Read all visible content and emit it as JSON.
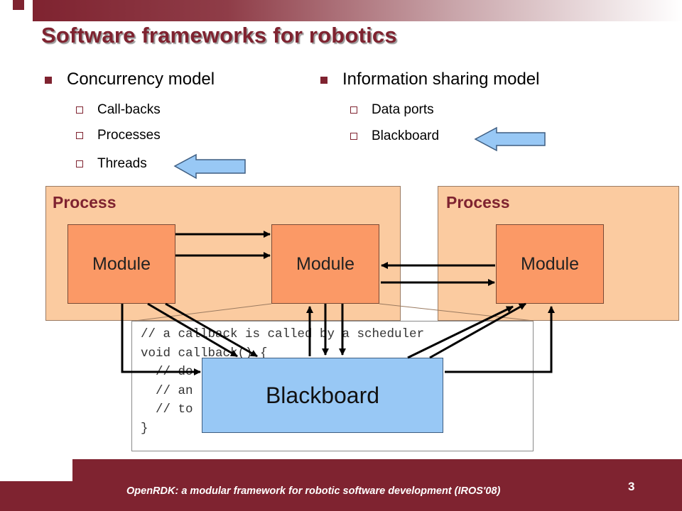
{
  "slide": {
    "title": "Software frameworks for robotics",
    "page_number": "3",
    "footer": "OpenRDK: a modular framework for robotic software development (IROS'08)"
  },
  "left_column": {
    "heading": "Concurrency model",
    "items": [
      "Call-backs",
      "Processes",
      "Threads"
    ]
  },
  "right_column": {
    "heading": "Information sharing model",
    "items": [
      "Data ports",
      "Blackboard"
    ]
  },
  "diagram": {
    "process_left_label": "Process",
    "process_right_label": "Process",
    "modules": [
      "Module",
      "Module",
      "Module"
    ],
    "blackboard_label": "Blackboard",
    "code_lines": [
      "// a callback is called by a scheduler",
      "void callback() {",
      "  // do",
      "  // an",
      "  // to",
      "}"
    ]
  },
  "colors": {
    "brand": "#7f2330",
    "process_fill": "#fbcba0",
    "module_fill": "#fb9966",
    "blackboard_fill": "#98c8f5"
  },
  "icons": [
    "bullet-square-icon",
    "bullet-box-icon",
    "left-arrow-pointer-icon"
  ]
}
